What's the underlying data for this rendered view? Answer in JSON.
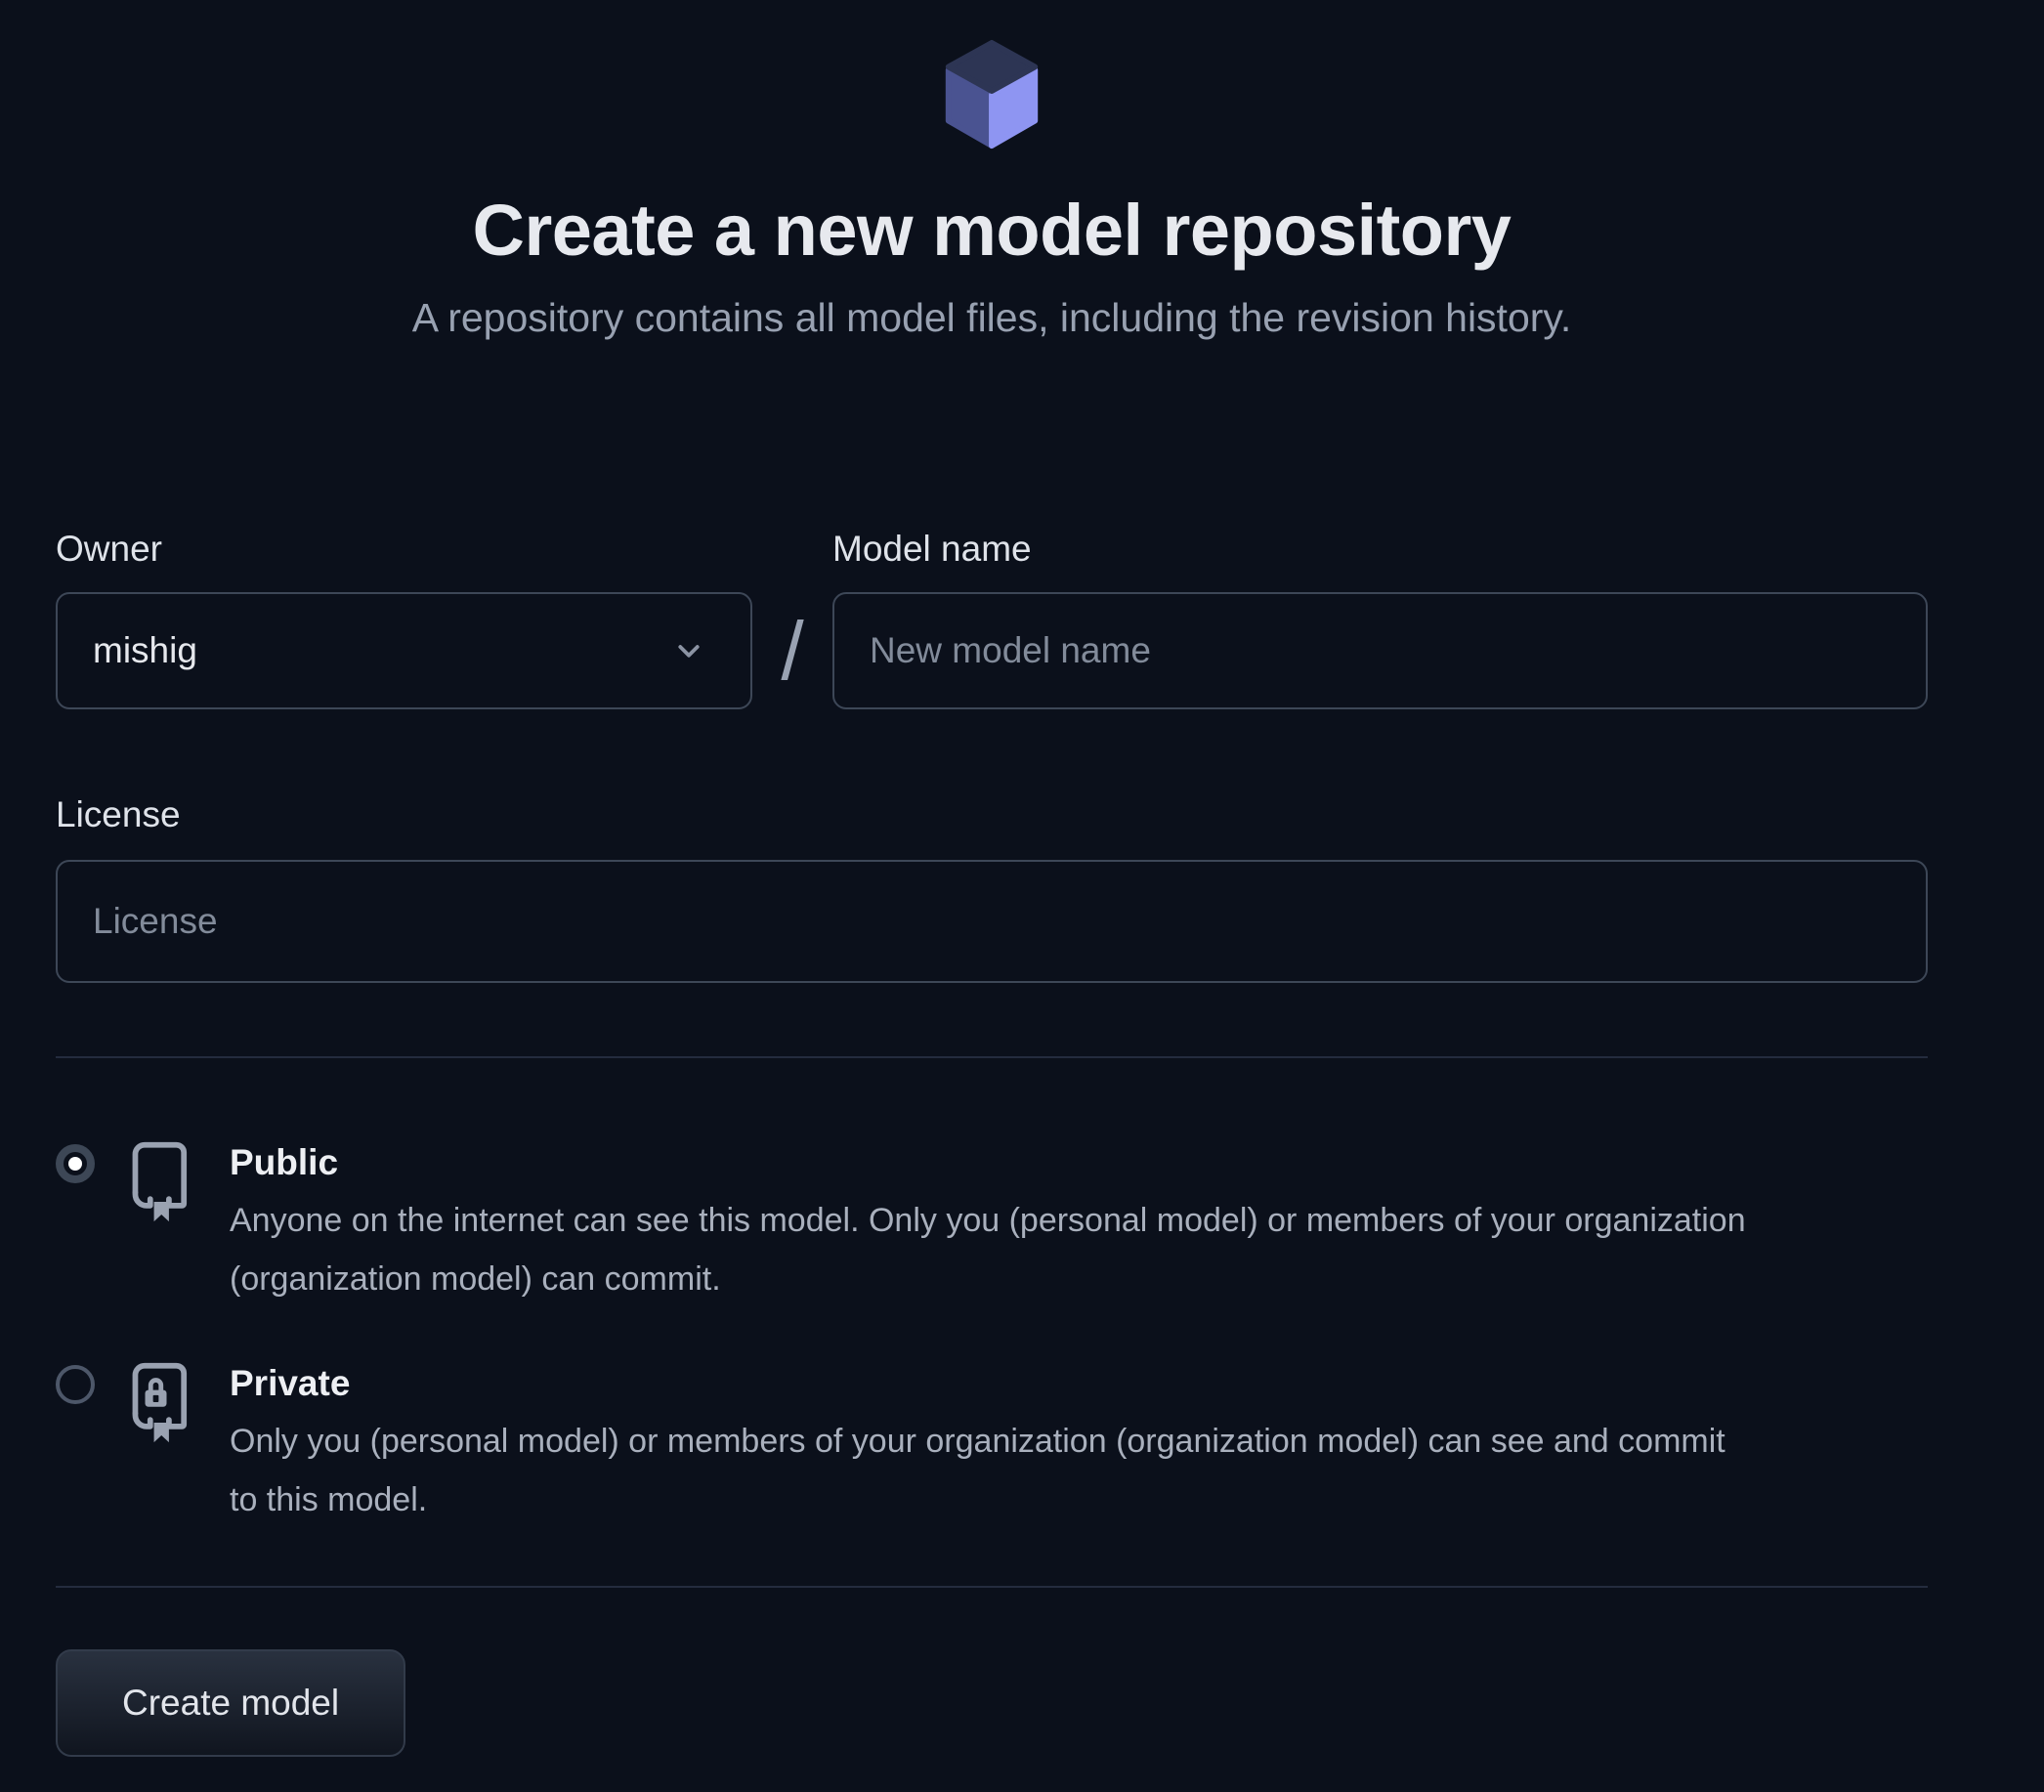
{
  "page": {
    "title": "Create a new model repository",
    "subtitle": "A repository contains all model files, including the revision history."
  },
  "form": {
    "owner": {
      "label": "Owner",
      "value": "mishig"
    },
    "separator": "/",
    "model_name": {
      "label": "Model name",
      "placeholder": "New model name"
    },
    "license": {
      "label": "License",
      "placeholder": "License"
    },
    "visibility": [
      {
        "id": "public",
        "label": "Public",
        "description": "Anyone on the internet can see this model. Only you (personal model) or members of your organization (organization model) can commit.",
        "selected": true
      },
      {
        "id": "private",
        "label": "Private",
        "description": "Only you (personal model) or members of your organization (organization model) can see and commit to this model.",
        "selected": false
      }
    ],
    "submit_label": "Create model"
  },
  "colors": {
    "background": "#0b101b",
    "cube_top": "#2d3554",
    "cube_left": "#4a5391",
    "cube_right": "#8e95f2",
    "input_border": "#3d4757",
    "icon_gray": "#9aa2b1"
  }
}
